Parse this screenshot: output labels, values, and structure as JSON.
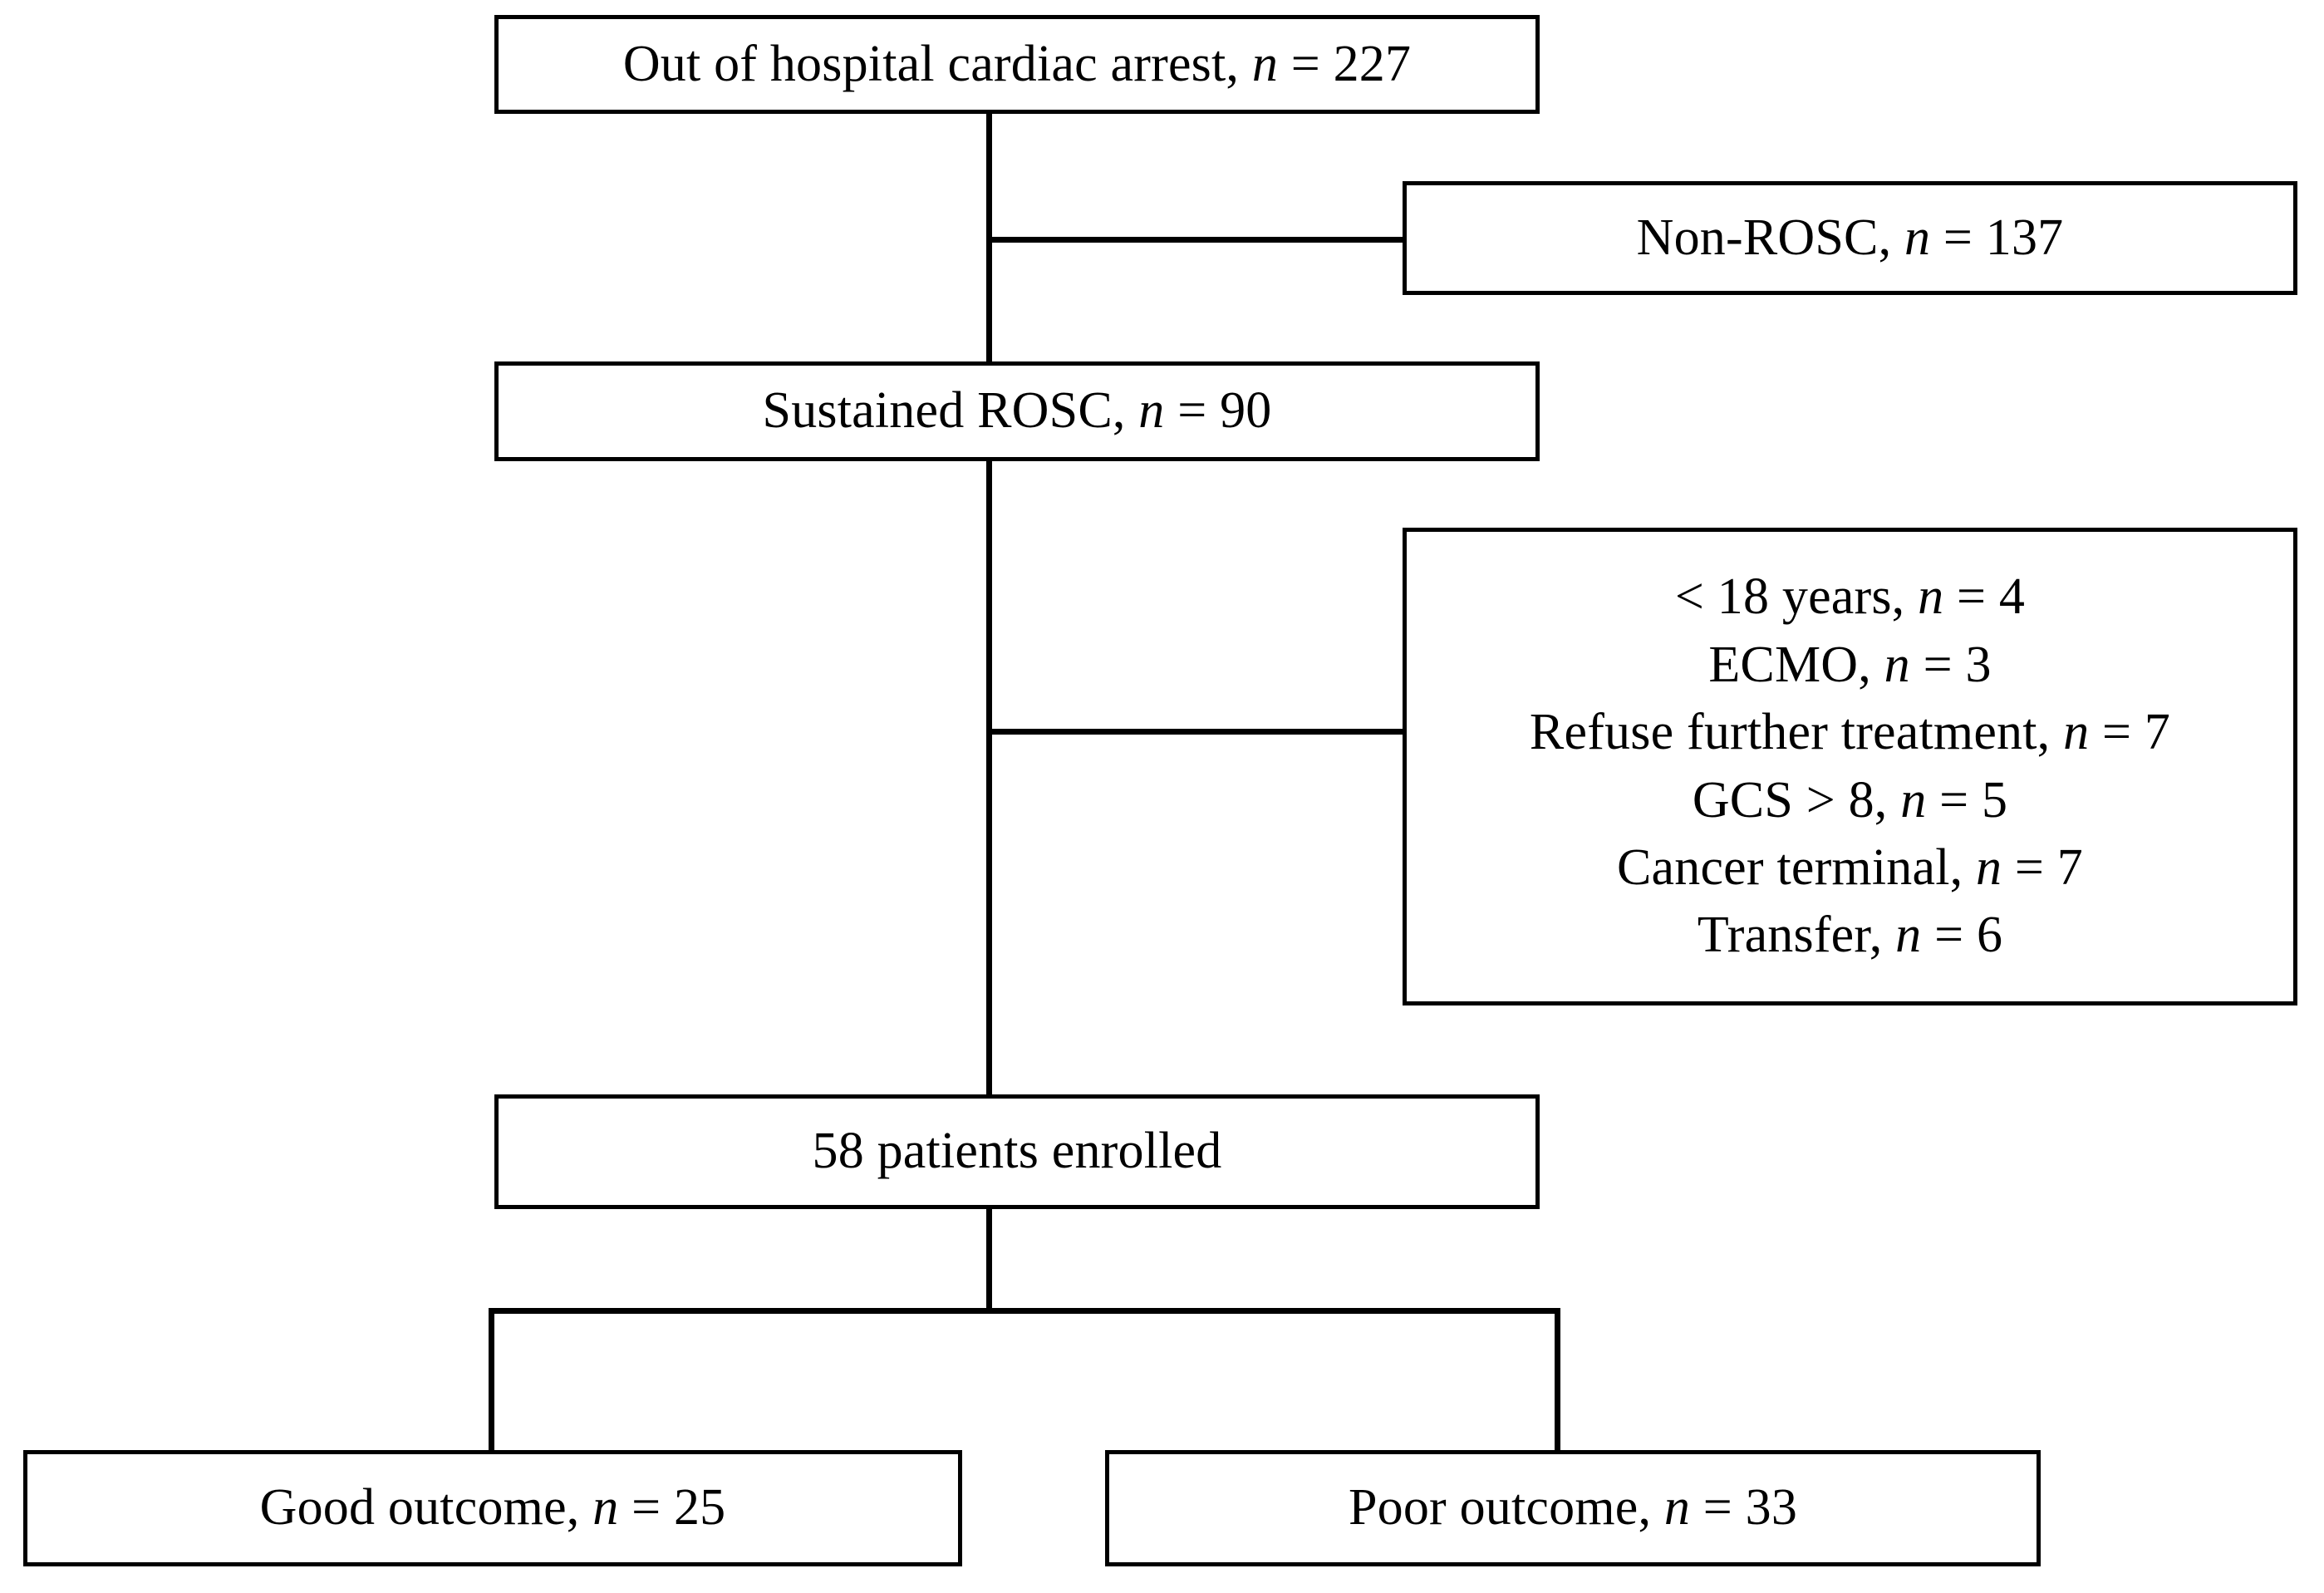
{
  "diagram": {
    "type": "study-flow-chart",
    "title": "Patient enrollment flow diagram",
    "style": {
      "box_border_color": "#000000",
      "background": "#ffffff",
      "text_color": "#000000"
    },
    "nodes": [
      {
        "id": "enrolled-source",
        "name": "out-of-hospital-cardiac-arrest",
        "lines": [
          {
            "text_before": "Out of hospital cardiac arrest, ",
            "symbol": "n",
            "text_after": " = 227"
          }
        ]
      },
      {
        "id": "non-rosc",
        "name": "non-rosc-excluded",
        "lines": [
          {
            "text_before": "Non-ROSC, ",
            "symbol": "n",
            "text_after": " = 137"
          }
        ]
      },
      {
        "id": "sustained-rosc",
        "name": "sustained-rosc",
        "lines": [
          {
            "text_before": "Sustained ROSC, ",
            "symbol": "n",
            "text_after": " = 90"
          }
        ]
      },
      {
        "id": "exclusions",
        "name": "exclusion-criteria",
        "lines": [
          {
            "text_before": "< 18 years, ",
            "symbol": "n",
            "text_after": " = 4"
          },
          {
            "text_before": "ECMO, ",
            "symbol": "n",
            "text_after": " = 3"
          },
          {
            "text_before": "Refuse further treatment, ",
            "symbol": "n",
            "text_after": " = 7"
          },
          {
            "text_before": "GCS > 8, ",
            "symbol": "n",
            "text_after": " = 5"
          },
          {
            "text_before": "Cancer terminal, ",
            "symbol": "n",
            "text_after": " = 7"
          },
          {
            "text_before": "Transfer, ",
            "symbol": "n",
            "text_after": " = 6"
          }
        ]
      },
      {
        "id": "enrolled",
        "name": "patients-enrolled",
        "lines": [
          {
            "text_before": "58 patients enrolled",
            "symbol": "",
            "text_after": ""
          }
        ]
      },
      {
        "id": "good-outcome",
        "name": "good-outcome",
        "lines": [
          {
            "text_before": "Good outcome, ",
            "symbol": "n",
            "text_after": " = 25"
          }
        ]
      },
      {
        "id": "poor-outcome",
        "name": "poor-outcome",
        "lines": [
          {
            "text_before": "Poor outcome, ",
            "symbol": "n",
            "text_after": " = 33"
          }
        ]
      }
    ],
    "counts": {
      "out_of_hospital_cardiac_arrest": 227,
      "non_rosc": 137,
      "sustained_rosc": 90,
      "under_18_years": 4,
      "ecmo": 3,
      "refuse_further_treatment": 7,
      "gcs_over_8": 5,
      "cancer_terminal": 7,
      "transfer": 6,
      "patients_enrolled": 58,
      "good_outcome": 25,
      "poor_outcome": 33
    }
  },
  "box1": {
    "l1_before": "Out of hospital cardiac arrest, ",
    "l1_sym": "n",
    "l1_after": " = 227"
  },
  "box2": {
    "l1_before": "Non-ROSC, ",
    "l1_sym": "n",
    "l1_after": " = 137"
  },
  "box3": {
    "l1_before": "Sustained ROSC, ",
    "l1_sym": "n",
    "l1_after": " = 90"
  },
  "box4": {
    "l1_before": "< 18 years, ",
    "l1_sym": "n",
    "l1_after": " = 4",
    "l2_before": "ECMO, ",
    "l2_sym": "n",
    "l2_after": " = 3",
    "l3_before": "Refuse further treatment, ",
    "l3_sym": "n",
    "l3_after": " = 7",
    "l4_before": "GCS > 8, ",
    "l4_sym": "n",
    "l4_after": " = 5",
    "l5_before": "Cancer terminal, ",
    "l5_sym": "n",
    "l5_after": " = 7",
    "l6_before": "Transfer, ",
    "l6_sym": "n",
    "l6_after": " = 6"
  },
  "box5": {
    "l1_before": "58 patients enrolled",
    "l1_sym": "",
    "l1_after": ""
  },
  "box6": {
    "l1_before": "Good outcome, ",
    "l1_sym": "n",
    "l1_after": " = 25"
  },
  "box7": {
    "l1_before": "Poor outcome, ",
    "l1_sym": "n",
    "l1_after": " = 33"
  }
}
